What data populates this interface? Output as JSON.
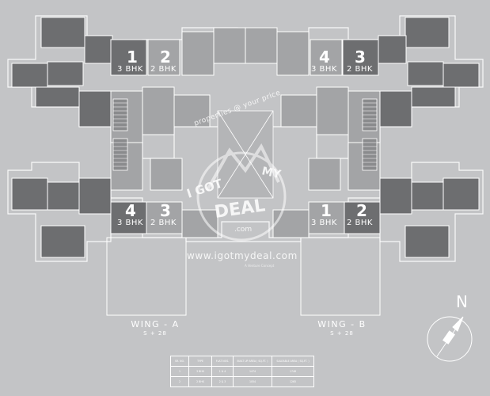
{
  "units": [
    {
      "number": "1",
      "type": "3 BHK"
    },
    {
      "number": "2",
      "type": "2 BHK"
    },
    {
      "number": "4",
      "type": "3 BHK"
    },
    {
      "number": "3",
      "type": "2 BHK"
    },
    {
      "number": "4",
      "type": "3 BHK"
    },
    {
      "number": "3",
      "type": "2 BHK"
    },
    {
      "number": "1",
      "type": "3 BHK"
    },
    {
      "number": "2",
      "type": "2 BHK"
    }
  ],
  "wings": [
    {
      "name": "WING - A",
      "floors": "S + 28"
    },
    {
      "name": "WING - B",
      "floors": "S + 28"
    }
  ],
  "watermark": {
    "tagline": "properties @ your price",
    "line1": "I GOT",
    "line2": "MY",
    "line3": "DEAL",
    "dotcom": ".com",
    "url": "www.igotmydeal.com",
    "small": "A Venture Concept"
  },
  "compass": {
    "label": "N"
  },
  "area_table": {
    "headers": [
      "SR. NO.",
      "TYPE",
      "FLAT NOS.",
      "BUILT UP AREA ( SQ.FT. )",
      "SALEABLE AREA ( SQ.FT. )"
    ],
    "rows": [
      [
        "1",
        "3 BHK",
        "1 & 4",
        "1474",
        "1748"
      ],
      [
        "2",
        "2 BHK",
        "2 & 3",
        "1054",
        "1265"
      ]
    ]
  },
  "colors": {
    "background": "#c3c4c6",
    "unit_fill": "#6d6e70",
    "core_fill": "#a3a4a6",
    "wall": "#ffffff"
  }
}
